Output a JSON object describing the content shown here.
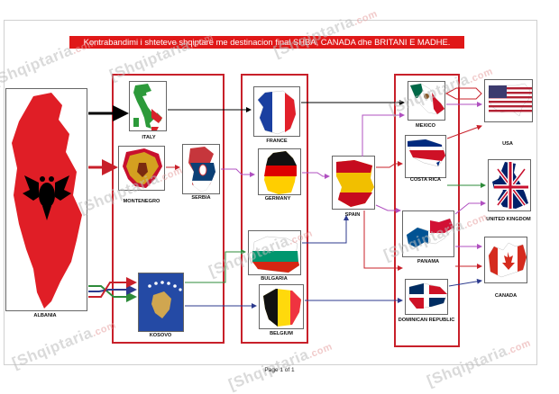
{
  "title": "Kontrabandimi i shteteve shqiptarë me destinacion final SHBA, CANADA dhe BRITANI E MADHE.",
  "footer": "Page 1 of 1",
  "watermark": {
    "brand": "[Shqiptaria",
    "suffix": ".com"
  },
  "colors": {
    "accent_red": "#e01818",
    "box_red": "#c8202a"
  },
  "countries": {
    "albania": "ALBANIA",
    "italy": "ITALY",
    "montenegro": "MONTENEGRO",
    "serbia": "SERBIA",
    "kosovo": "KOSOVO",
    "france": "FRANCE",
    "germany": "GERMANY",
    "bulgaria": "BULGARIA",
    "belgium": "BELGIUM",
    "spain": "SPAIN",
    "mexico": "MEXICO",
    "costa_rica": "COSTA RICA",
    "panama": "PANAMA",
    "dominican": "DOMINICAN REPUBLIC",
    "usa": "USA",
    "uk": "UNITED KINGDOM",
    "canada": "CANADA"
  }
}
